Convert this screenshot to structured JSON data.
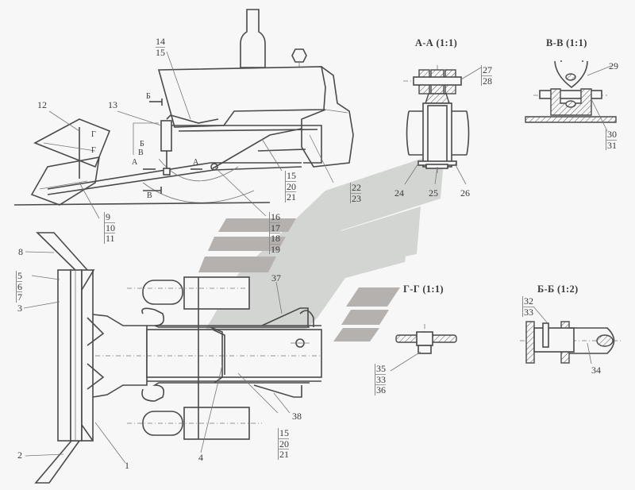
{
  "drawing": {
    "description": "Technical assembly drawing of a tractor-mounted snow plough / blade with section views",
    "watermark_color_light": "#d3d5d3",
    "watermark_color_dark": "#b4b1ae",
    "line_color": "#4a4a4a",
    "background": "#f6f7f6"
  },
  "section_views": {
    "aa": {
      "title": "А-А (1:1)"
    },
    "vv": {
      "title": "В-В (1:1)"
    },
    "gg": {
      "title": "Г-Г (1:1)"
    },
    "bb": {
      "title": "Б-Б (1:2)"
    }
  },
  "section_markers": {
    "b_top": "Б",
    "b_mid": "Б",
    "g_top": "Г",
    "g_bot": "Г",
    "v_top": "В",
    "v_bot": "В",
    "a_left": "А",
    "a_right": "А"
  },
  "callouts": {
    "side_view": {
      "c12": "12",
      "c13": "13",
      "c14_15": [
        "14",
        "15"
      ],
      "c9_10_11": [
        "9",
        "10",
        "11"
      ],
      "c15_20_21": [
        "15",
        "20",
        "21"
      ],
      "c22_23": [
        "22",
        "23"
      ],
      "c16_19": [
        "16",
        "17",
        "18",
        "19"
      ]
    },
    "section_aa": {
      "c27_28": [
        "27",
        "28"
      ],
      "c24": "24",
      "c25": "25",
      "c26": "26"
    },
    "section_vv": {
      "c29": "29",
      "c30_31": [
        "30",
        "31"
      ]
    },
    "section_gg": {
      "c35_33_36": [
        "35",
        "33",
        "36"
      ]
    },
    "section_bb": {
      "c32_33": [
        "32",
        "33"
      ],
      "c34": "34"
    },
    "top_view": {
      "c8": "8",
      "c5_6_7": [
        "5",
        "6",
        "7"
      ],
      "c3": "3",
      "c2": "2",
      "c1": "1",
      "c4": "4",
      "c37": "37",
      "c38": "38",
      "c15_20_21": [
        "15",
        "20",
        "21"
      ]
    }
  }
}
